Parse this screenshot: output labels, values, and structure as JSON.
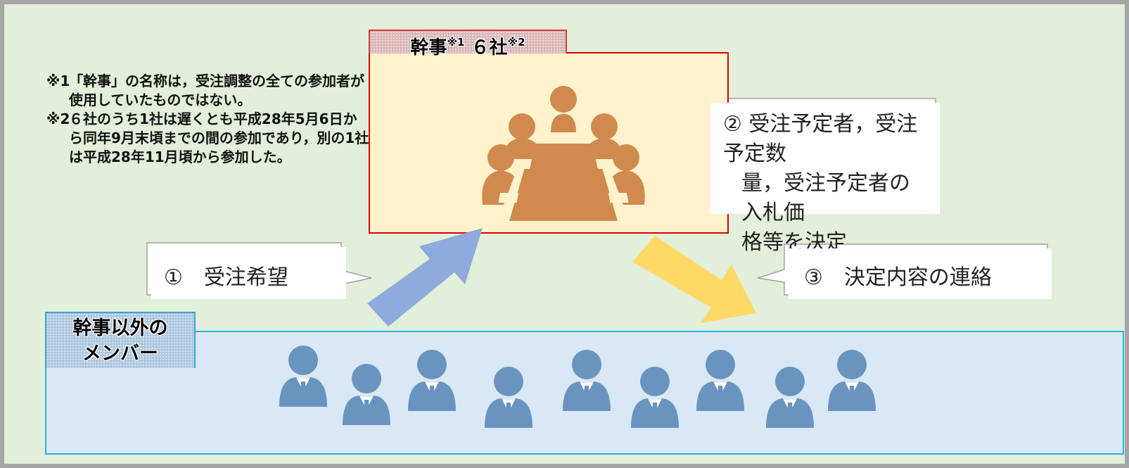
{
  "notes": [
    {
      "mark": "※1",
      "text": "「幹事」の名称は，受注調整の全ての参加者が使用していたものではない。"
    },
    {
      "mark": "※2",
      "text": "６社のうち1社は遅くとも平成28年5月6日から同年9月末頃までの間の参加であり，別の1社は平成28年11月頃から参加した。"
    }
  ],
  "kanji_group": {
    "label_main": "幹事",
    "label_ref1": "※1",
    "label_count": "６社",
    "label_ref2": "※2",
    "border_color": "#e00000",
    "fill_color": "#fff2cc",
    "icon": "meeting-table-icon"
  },
  "members_group": {
    "label_line1": "幹事以外の",
    "label_line2": "メンバー",
    "border_color": "#26b5e3",
    "fill_color": "#dae8f5",
    "icon": "person-icon",
    "person_count": 9
  },
  "steps": {
    "step1": "①　受注希望",
    "step2_lines": [
      "② 受注予定者，受注予定数",
      "量，受注予定者の入札価",
      "格等を決定"
    ],
    "step3": "③　決定内容の連絡"
  },
  "colors": {
    "background": "#e2efda",
    "arrow_up": "#8faadc",
    "arrow_down": "#ffd966",
    "meeting_icon": "#d08a4e",
    "person_icon": "#6a94c0"
  }
}
